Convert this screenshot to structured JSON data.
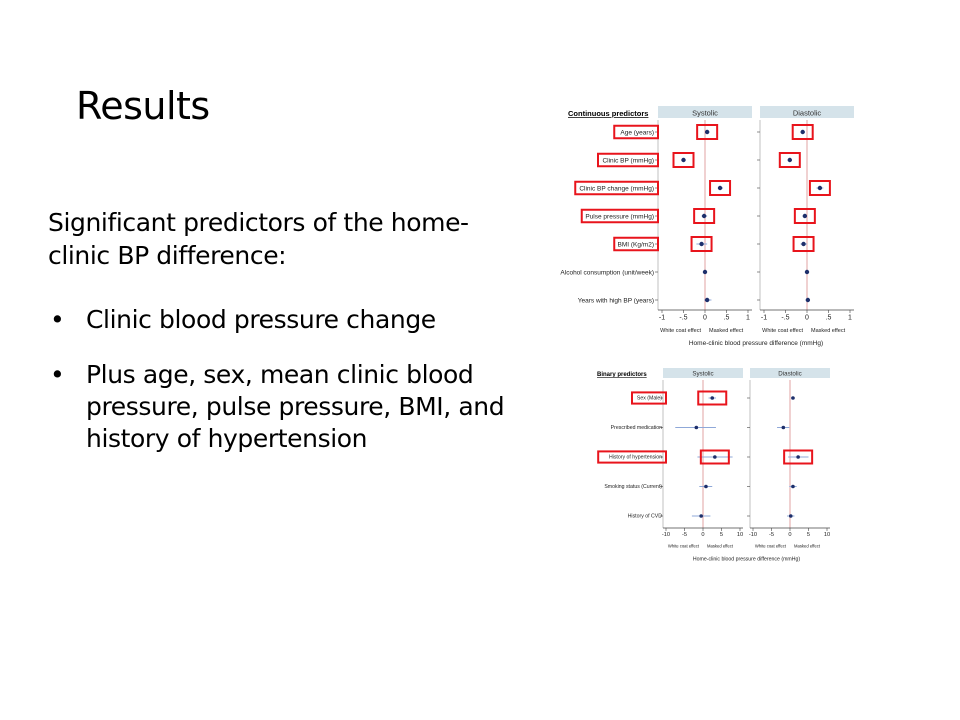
{
  "slide": {
    "title": "Results",
    "intro": "Significant predictors of the home-clinic BP difference:",
    "bullet_char": "•",
    "bullets": [
      "Clinic blood pressure change",
      "Plus age, sex, mean clinic blood pressure, pulse pressure, BMI, and history of hypertension"
    ]
  },
  "colors": {
    "highlight": "#e8141c",
    "marker": "#1d2f6b",
    "ci": "#8fa8d8",
    "refline": "#d98c8c",
    "panel_header": "#d5e3ea"
  },
  "chart_data": [
    {
      "type": "forest",
      "title": "Continuous predictors",
      "panels": [
        "Systolic",
        "Diastolic"
      ],
      "xlabel": "Home-clinic blood pressure difference (mmHg)",
      "x_ticks": [
        "-1",
        "-.5",
        "0",
        ".5",
        "1"
      ],
      "xlim": [
        -1,
        1
      ],
      "direction_labels": [
        "White coat effect",
        "Masked effect"
      ],
      "rows": [
        "Age (years)",
        "Clinic BP (mmHg)",
        "Clinic BP change (mmHg)",
        "Pulse pressure (mmHg)",
        "BMI (Kg/m2)",
        "Alcohol consumption (unit/week)",
        "Years with high BP (years)"
      ],
      "series": [
        {
          "name": "Systolic",
          "values": [
            0.05,
            -0.5,
            0.35,
            -0.02,
            -0.08,
            0.0,
            0.05
          ],
          "ci_low": [
            0.0,
            -0.55,
            0.3,
            -0.08,
            -0.2,
            -0.02,
            -0.02
          ],
          "ci_high": [
            0.1,
            -0.45,
            0.42,
            0.05,
            0.05,
            0.02,
            0.15
          ],
          "highlighted": [
            true,
            true,
            true,
            true,
            true,
            false,
            false
          ]
        },
        {
          "name": "Diastolic",
          "values": [
            -0.1,
            -0.4,
            0.3,
            -0.05,
            -0.08,
            0.0,
            0.02
          ],
          "ci_low": [
            -0.15,
            -0.45,
            0.22,
            -0.1,
            -0.15,
            -0.02,
            -0.02
          ],
          "ci_high": [
            -0.05,
            -0.35,
            0.38,
            0.0,
            0.0,
            0.02,
            0.06
          ],
          "highlighted": [
            true,
            true,
            true,
            true,
            true,
            false,
            false
          ]
        }
      ]
    },
    {
      "type": "forest",
      "title": "Binary predictors",
      "panels": [
        "Systolic",
        "Diastolic"
      ],
      "xlabel": "Home-clinic blood pressure difference (mmHg)",
      "x_ticks": [
        "-10",
        "-5",
        "0",
        "5",
        "10"
      ],
      "xlim": [
        -10,
        10
      ],
      "direction_labels": [
        "White coat effect",
        "Masked effect"
      ],
      "rows": [
        "Sex (Male)",
        "Prescribed medication",
        "History of hypertension",
        "Smoking status (Current)",
        "History of CVD"
      ],
      "series": [
        {
          "name": "Systolic",
          "values": [
            2.5,
            -1.8,
            3.2,
            0.8,
            -0.5
          ],
          "ci_low": [
            1.5,
            -7.5,
            -1.5,
            -1.0,
            -3.0
          ],
          "ci_high": [
            3.5,
            3.5,
            8.0,
            2.5,
            2.0
          ],
          "highlighted": [
            true,
            false,
            true,
            false,
            false
          ]
        },
        {
          "name": "Diastolic",
          "values": [
            0.8,
            -1.8,
            2.2,
            0.8,
            0.2
          ],
          "ci_low": [
            0.3,
            -3.5,
            -0.5,
            -0.2,
            -0.8
          ],
          "ci_high": [
            1.3,
            -0.2,
            5.0,
            1.8,
            1.2
          ],
          "highlighted": [
            false,
            false,
            true,
            false,
            false
          ]
        }
      ]
    }
  ]
}
